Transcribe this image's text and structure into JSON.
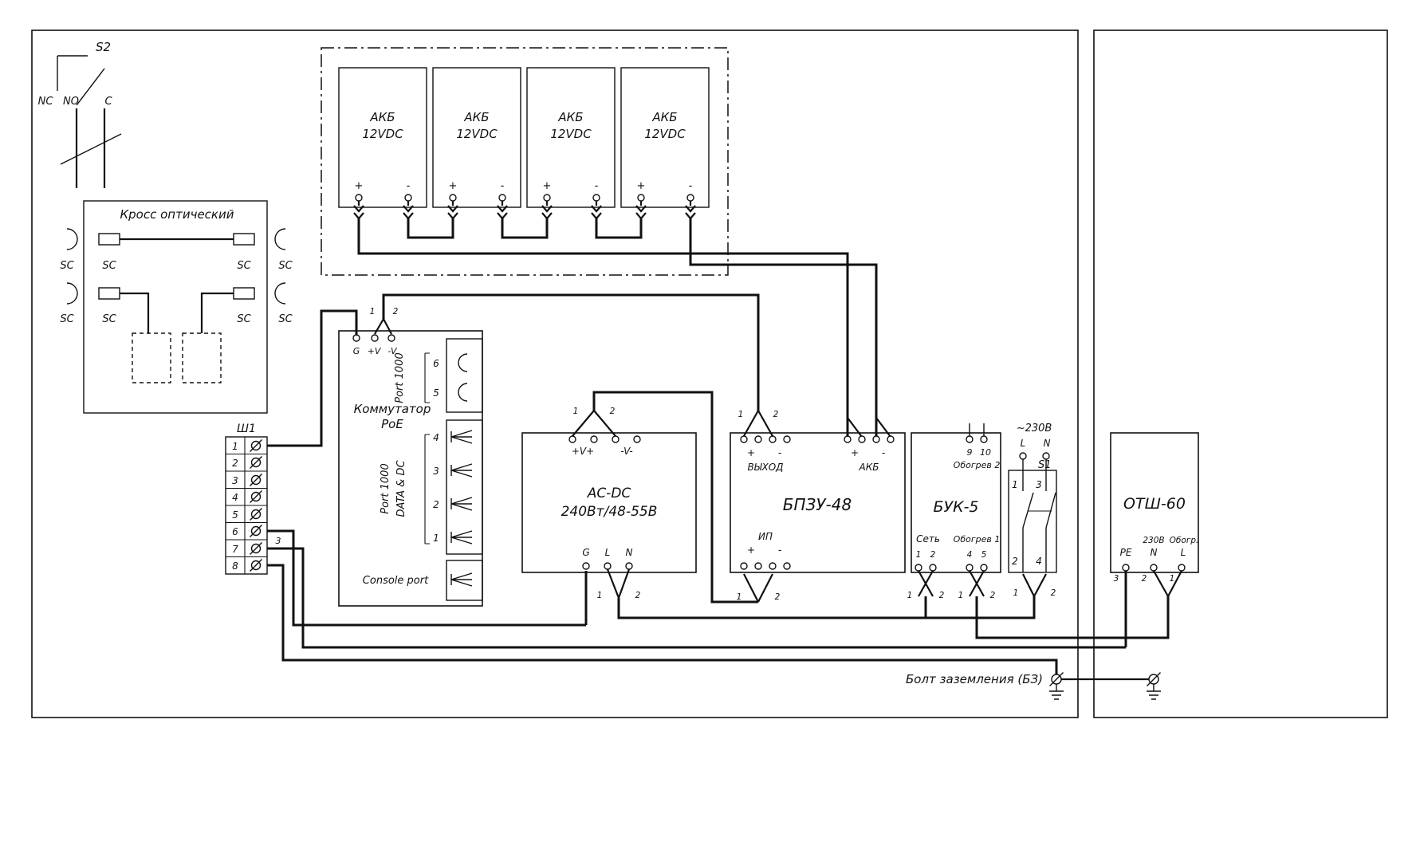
{
  "s2": {
    "label": "S2",
    "contacts": {
      "nc": "NC",
      "no": "NO",
      "c": "C"
    }
  },
  "optical_cross": {
    "title": "Кросс оптический",
    "connector_labels": [
      "SC",
      "SC",
      "SC",
      "SC",
      "SC",
      "SC",
      "SC",
      "SC"
    ]
  },
  "battery_bank": {
    "units": [
      {
        "name": "АКБ",
        "voltage": "12VDC"
      },
      {
        "name": "АКБ",
        "voltage": "12VDC"
      },
      {
        "name": "АКБ",
        "voltage": "12VDC"
      },
      {
        "name": "АКБ",
        "voltage": "12VDC"
      }
    ],
    "plus": "+",
    "minus": "-"
  },
  "poe_switch": {
    "title_line1": "Коммутатор",
    "title_line2": "PoE",
    "terminal_g": "G",
    "terminal_vplus": "+V",
    "terminal_vminus": "-V",
    "wire_marks": [
      "1",
      "2"
    ],
    "fiber_group_label": "Port 1000",
    "fiber_ports": [
      "6",
      "5"
    ],
    "copper_group_label1": "Port 1000",
    "copper_group_label2": "DATA & DC",
    "copper_ports": [
      "4",
      "3",
      "2",
      "1"
    ],
    "console_label": "Console port"
  },
  "sh1": {
    "title": "Ш1",
    "terminals": [
      "1",
      "2",
      "3",
      "4",
      "5",
      "6",
      "7",
      "8"
    ],
    "cable_mark": "3"
  },
  "acdc": {
    "title_line1": "AC-DC",
    "title_line2": "240Вт/48-55В",
    "out_plus": "+V+",
    "out_minus": "-V-",
    "out_marks": [
      "1",
      "2"
    ],
    "in_g": "G",
    "in_l": "L",
    "in_n": "N",
    "in_marks": [
      "1",
      "2"
    ]
  },
  "bpzu": {
    "title": "БПЗУ-48",
    "out_label": "ВЫХОД",
    "plus": "+",
    "minus": "-",
    "out_marks": [
      "1",
      "2"
    ],
    "bat_label": "АКБ",
    "ip_label": "ИП",
    "ip_marks": [
      "1",
      "2"
    ]
  },
  "buk": {
    "title": "БУК-5",
    "heat2_label": "Обогрев 2",
    "heat2_terminals": [
      "9",
      "10"
    ],
    "net_label": "Сеть",
    "net_terminals": [
      "1",
      "2"
    ],
    "net_marks": [
      "1",
      "2"
    ],
    "heat1_label": "Обогрев 1",
    "heat1_terminals": [
      "4",
      "5"
    ],
    "heat1_marks": [
      "1",
      "2"
    ]
  },
  "s1": {
    "label": "S1",
    "supply_label": "~230В",
    "line": "L",
    "neutral": "N",
    "pole_numbers": [
      "1",
      "3",
      "2",
      "4"
    ],
    "out_marks": [
      "1",
      "2"
    ]
  },
  "otsh": {
    "title": "ОТШ-60",
    "pe_label": "РЕ",
    "n_sub": "230В",
    "n_label": "N",
    "l_sub": "Обогр.",
    "l_label": "L",
    "terminal_numbers": [
      "3",
      "2",
      "1"
    ]
  },
  "grounding": {
    "bolt_label": "Болт заземления (БЗ)"
  }
}
